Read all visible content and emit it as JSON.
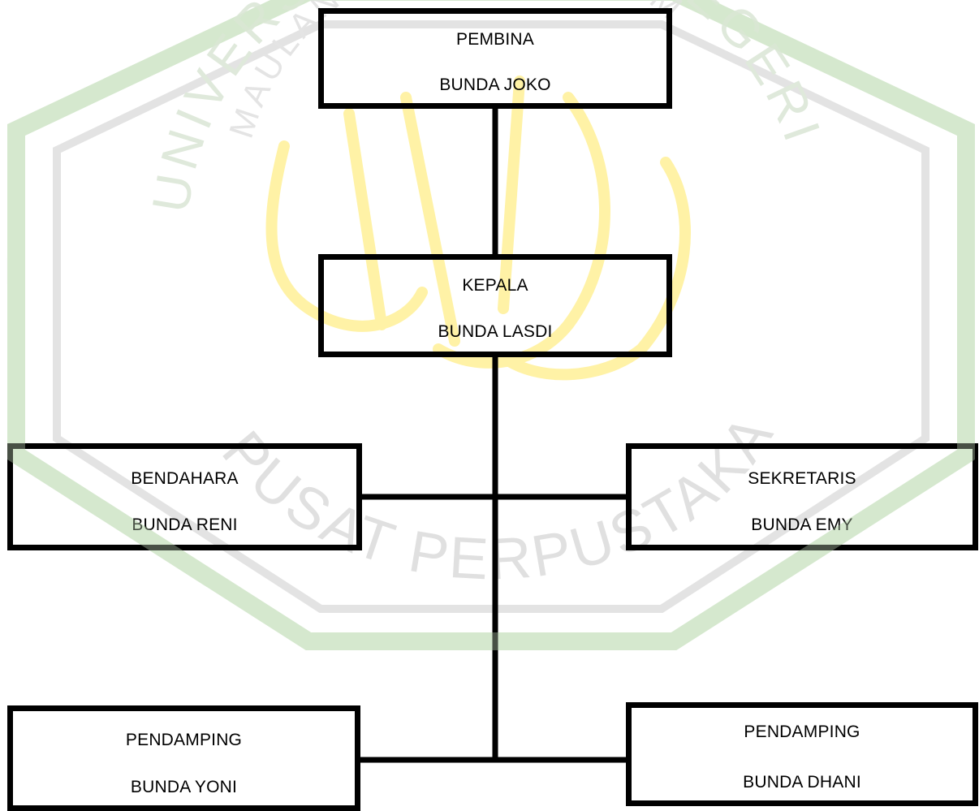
{
  "colors": {
    "border": "#000000",
    "text": "#000000",
    "watermark_green": "#cfe5c6",
    "watermark_gray": "#d9d9d9",
    "watermark_gold": "#fff08a"
  },
  "watermark": {
    "arc_top": "UNIVERSITAS ISLAM NEGERI",
    "arc_inner": "MAULANA MALIK IBRAHIM",
    "arc_bottom": "PUSAT PERPUSTAKAAN"
  },
  "nodes": {
    "pembina": {
      "role": "PEMBINA",
      "name": "BUNDA JOKO"
    },
    "kepala": {
      "role": "KEPALA",
      "name": "BUNDA LASDI"
    },
    "bendahara": {
      "role": "BENDAHARA",
      "name": "BUNDA RENI"
    },
    "sekretaris": {
      "role": "SEKRETARIS",
      "name": "BUNDA EMY"
    },
    "pendamping_yoni": {
      "role": "PENDAMPING",
      "name": "BUNDA YONI"
    },
    "pendamping_dhani": {
      "role": "PENDAMPING",
      "name": "BUNDA DHANI"
    }
  }
}
